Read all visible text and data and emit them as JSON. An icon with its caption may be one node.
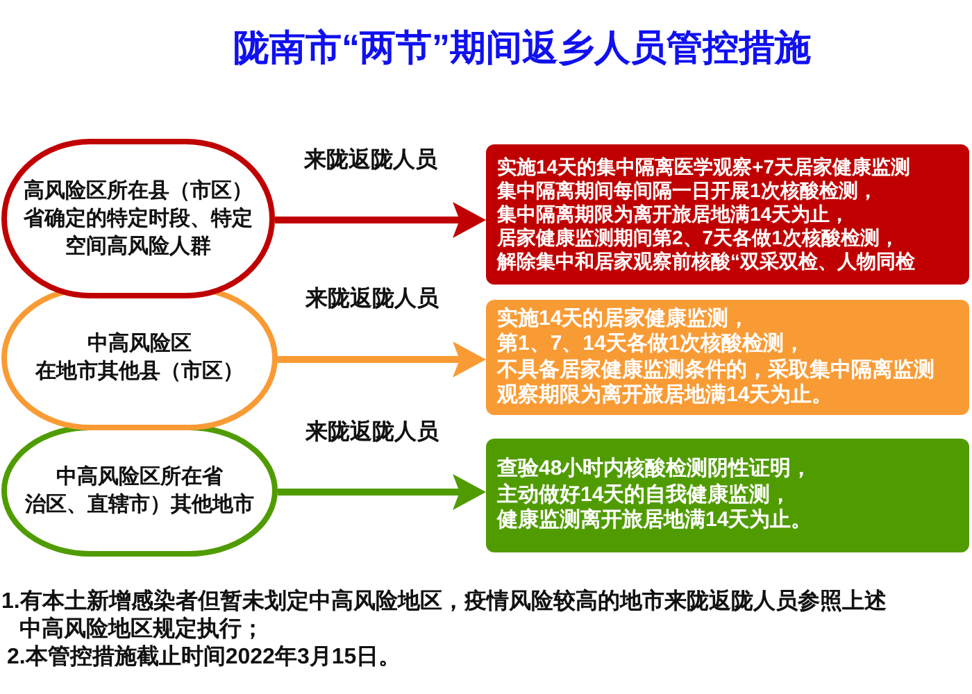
{
  "diagram": {
    "title": "陇南市“两节”期间返乡人员管控措施",
    "nodes": [
      {
        "text": [
          "高风险区所在县（市区）",
          "省确定的特定时段、特定",
          "空间高风险人群"
        ]
      },
      {
        "text": [
          "实施14天的集中隔离医学观察+7天居家健康监测",
          "集中隔离期间每间隔一日开展1次核酸检测，",
          "集中隔离期限为离开旅居地满14天为止，",
          "居家健康监测期间第2、7天各做1次核酸检测，",
          "解除集中和居家观察前核酸“双采双检、人物同检"
        ]
      },
      {
        "text": [
          "中高风险区",
          "在地市其他县（市区）"
        ]
      },
      {
        "text": [
          "实施14天的居家健康监测，",
          "第1、7、14天各做1次核酸检测，",
          "不具备居家健康监测条件的，采取集中隔离监测",
          "观察期限为离开旅居地满14天为止。"
        ]
      },
      {
        "text": [
          "中高风险区所在省",
          "治区、直辖市）其他地市"
        ]
      },
      {
        "text": [
          "查验48小时内核酸检测阴性证明，",
          "主动做好14天的自我健康监测，",
          "健康监测离开旅居地满14天为止。"
        ]
      }
    ],
    "edges": [
      {
        "from": 0,
        "to": 1,
        "arrow": "to",
        "label": "来陇返陇人员",
        "color": "#c00000"
      },
      {
        "from": 2,
        "to": 3,
        "arrow": "to",
        "label": "来陇返陇人员",
        "color": "#f99b35"
      },
      {
        "from": 4,
        "to": 5,
        "arrow": "to",
        "label": "来陇返陇人员",
        "color": "#509c00"
      }
    ],
    "labels": [
      "1.有本土新增感染者但暂未划定中高风险地区，疫情风险较高的地市来陇返陇人员参照上述中高风险地区规定执行；",
      "2.本管控措施截止时间2022年3月15日。"
    ]
  }
}
